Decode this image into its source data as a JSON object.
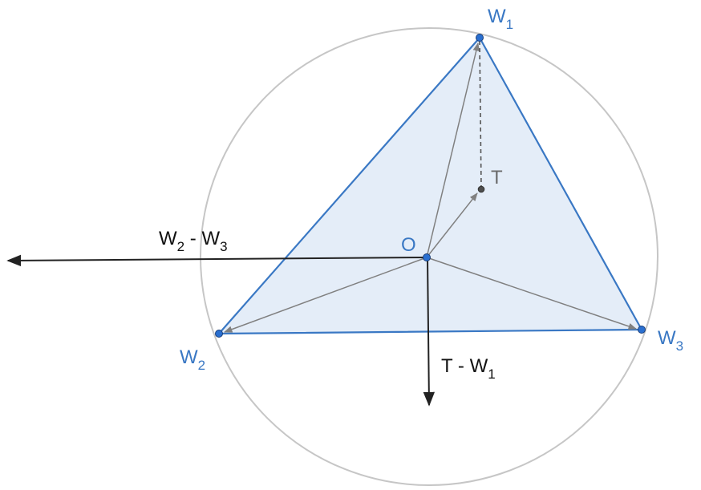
{
  "colors": {
    "triangle_edge": "#3a78c4",
    "triangle_fill": "#e4edf8",
    "circle": "#c6c6c6",
    "vector_gray": "#808080",
    "vector_dark": "#222222",
    "point_blue": "#2a6fd0",
    "point_gray": "#4d4d4d",
    "label_blue": "#3a78c4",
    "label_black": "#111111",
    "label_gray": "#6b6b6b"
  },
  "labels": {
    "w1": {
      "main": "W",
      "sub": "1"
    },
    "w2": {
      "main": "W",
      "sub": "2"
    },
    "w3": {
      "main": "W",
      "sub": "3"
    },
    "o": "O",
    "t": "T",
    "w2_minus_w3": {
      "a": "W",
      "a_sub": "2",
      "op": " - ",
      "b": "W",
      "b_sub": "3"
    },
    "t_minus_w1": {
      "a": "T",
      "op": " - ",
      "b": "W",
      "b_sub": "1"
    }
  }
}
